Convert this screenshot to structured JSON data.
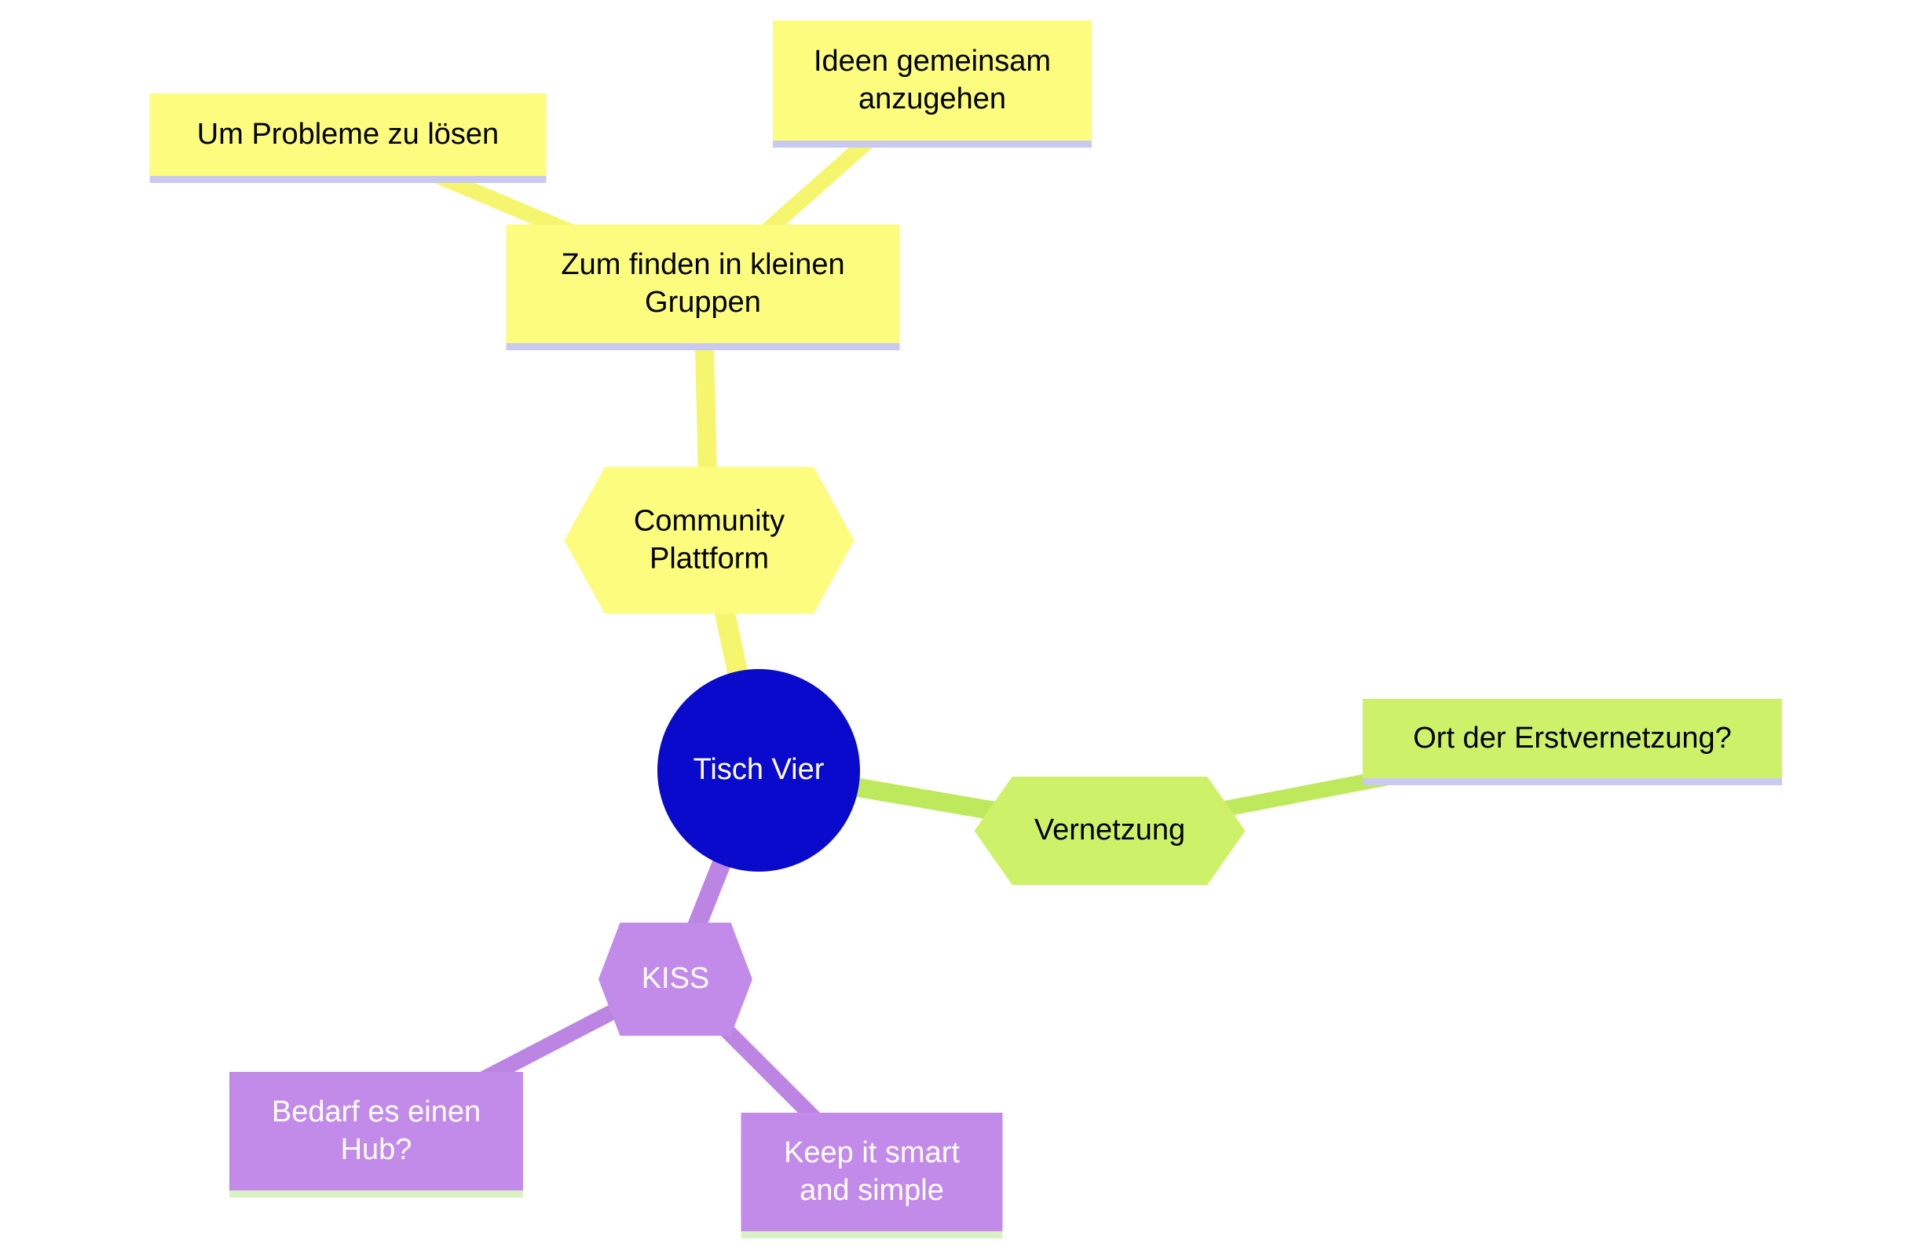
{
  "diagram": {
    "type": "mindmap",
    "root": {
      "label": "Tisch Vier",
      "shape": "circle",
      "fill": "#0A0ACC",
      "text_color": "#FFFFFF"
    },
    "nodes": {
      "community_plattform": {
        "label": "Community Plattform",
        "shape": "hexagon",
        "branch": "yellow"
      },
      "zum_finden": {
        "label": "Zum finden in kleinen Gruppen",
        "shape": "rect",
        "branch": "yellow"
      },
      "um_probleme": {
        "label": "Um Probleme zu lösen",
        "shape": "rect",
        "branch": "yellow"
      },
      "ideen_gemeinsam": {
        "label": "Ideen gemeinsam anzugehen",
        "shape": "rect",
        "branch": "yellow"
      },
      "vernetzung": {
        "label": "Vernetzung",
        "shape": "hexagon",
        "branch": "green"
      },
      "ort_erstvernetzung": {
        "label": "Ort der Erstvernetzung?",
        "shape": "rect",
        "branch": "green"
      },
      "kiss": {
        "label": "KISS",
        "shape": "hexagon",
        "branch": "purple"
      },
      "bedarf_hub": {
        "label": "Bedarf es einen Hub?",
        "shape": "rect",
        "branch": "purple"
      },
      "keep_it_smart": {
        "label": "Keep it smart and simple",
        "shape": "rect",
        "branch": "purple"
      }
    },
    "edges": [
      {
        "from": "tisch_vier",
        "to": "community_plattform",
        "color": "#F6F66E"
      },
      {
        "from": "community_plattform",
        "to": "zum_finden",
        "color": "#F6F66E"
      },
      {
        "from": "zum_finden",
        "to": "um_probleme",
        "color": "#F6F66E"
      },
      {
        "from": "zum_finden",
        "to": "ideen_gemeinsam",
        "color": "#F6F66E"
      },
      {
        "from": "tisch_vier",
        "to": "vernetzung",
        "color": "#BFE95C"
      },
      {
        "from": "vernetzung",
        "to": "ort_erstvernetzung",
        "color": "#BFE95C"
      },
      {
        "from": "tisch_vier",
        "to": "kiss",
        "color": "#BC85E4"
      },
      {
        "from": "kiss",
        "to": "bedarf_hub",
        "color": "#BC85E4"
      },
      {
        "from": "kiss",
        "to": "keep_it_smart",
        "color": "#BC85E4"
      }
    ],
    "colors": {
      "branch_yellow_fill": "#FCFC7E",
      "branch_yellow_edge": "#F6F66E",
      "branch_green_fill": "#CDF26A",
      "branch_green_edge": "#BFE95C",
      "branch_purple_fill": "#C38BE9",
      "branch_purple_edge": "#BC85E4",
      "underline_lavender": "#C9C9F2",
      "underline_green": "#D9F2C4",
      "root_fill": "#0A0ACC",
      "text_dark": "#000000",
      "text_light": "#FFFFFF",
      "background": "#FFFFFF"
    }
  }
}
